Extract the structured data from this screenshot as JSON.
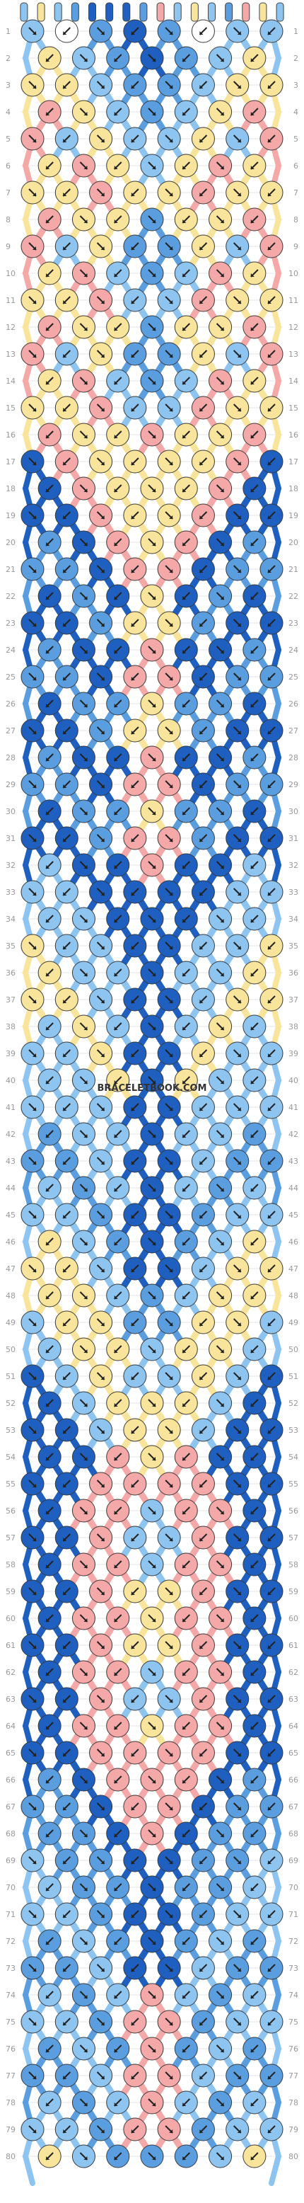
{
  "watermark": "BRACELETBOOK.COM",
  "row_count": 80,
  "knots_per_odd_row": 8,
  "knots_per_even_row": 7,
  "colors": {
    "A": "#8ec4f0",
    "B": "#1e5fbf",
    "C": "#f8e49a",
    "D": "#f4a8a8",
    "E": "#5a9ee0",
    "F": "#ffffff"
  },
  "top_strands": [
    "A",
    "C",
    "A",
    "E",
    "B",
    "B",
    "B",
    "E",
    "D",
    "A",
    "C",
    "A",
    "E",
    "D",
    "C",
    "A"
  ],
  "rows": [
    [
      "A",
      "F",
      "E",
      "B",
      "E",
      "F",
      "A",
      "A"
    ],
    [
      "C",
      "A",
      "E",
      "B",
      "E",
      "A",
      "C"
    ],
    [
      "C",
      "C",
      "A",
      "E",
      "E",
      "A",
      "C",
      "C"
    ],
    [
      "D",
      "C",
      "A",
      "E",
      "A",
      "C",
      "D"
    ],
    [
      "D",
      "A",
      "C",
      "A",
      "A",
      "C",
      "A",
      "D"
    ],
    [
      "C",
      "D",
      "C",
      "A",
      "C",
      "D",
      "C"
    ],
    [
      "C",
      "C",
      "D",
      "C",
      "C",
      "D",
      "C",
      "C"
    ],
    [
      "D",
      "C",
      "C",
      "E",
      "C",
      "C",
      "D"
    ],
    [
      "D",
      "A",
      "C",
      "E",
      "E",
      "C",
      "A",
      "D"
    ],
    [
      "C",
      "D",
      "A",
      "E",
      "A",
      "D",
      "C"
    ],
    [
      "C",
      "C",
      "D",
      "A",
      "A",
      "D",
      "C",
      "C"
    ],
    [
      "D",
      "C",
      "C",
      "E",
      "C",
      "C",
      "D"
    ],
    [
      "D",
      "A",
      "C",
      "E",
      "E",
      "C",
      "A",
      "D"
    ],
    [
      "C",
      "D",
      "A",
      "E",
      "A",
      "D",
      "C"
    ],
    [
      "C",
      "C",
      "D",
      "A",
      "A",
      "D",
      "C",
      "C"
    ],
    [
      "D",
      "C",
      "C",
      "D",
      "C",
      "C",
      "D"
    ],
    [
      "B",
      "D",
      "C",
      "C",
      "C",
      "C",
      "D",
      "B"
    ],
    [
      "B",
      "D",
      "C",
      "C",
      "C",
      "D",
      "B"
    ],
    [
      "B",
      "B",
      "D",
      "C",
      "C",
      "D",
      "B",
      "B"
    ],
    [
      "E",
      "B",
      "D",
      "C",
      "D",
      "B",
      "E"
    ],
    [
      "E",
      "E",
      "B",
      "D",
      "D",
      "B",
      "E",
      "E"
    ],
    [
      "B",
      "E",
      "B",
      "C",
      "B",
      "E",
      "B"
    ],
    [
      "B",
      "B",
      "E",
      "C",
      "C",
      "E",
      "B",
      "B"
    ],
    [
      "E",
      "B",
      "B",
      "D",
      "B",
      "B",
      "E"
    ],
    [
      "E",
      "E",
      "B",
      "D",
      "D",
      "B",
      "E",
      "E"
    ],
    [
      "B",
      "E",
      "E",
      "C",
      "E",
      "E",
      "B"
    ],
    [
      "B",
      "B",
      "E",
      "C",
      "C",
      "E",
      "B",
      "B"
    ],
    [
      "E",
      "B",
      "B",
      "D",
      "B",
      "B",
      "E"
    ],
    [
      "E",
      "E",
      "B",
      "D",
      "D",
      "B",
      "E",
      "E"
    ],
    [
      "B",
      "E",
      "E",
      "C",
      "E",
      "E",
      "B"
    ],
    [
      "B",
      "B",
      "E",
      "D",
      "D",
      "E",
      "B",
      "B"
    ],
    [
      "A",
      "B",
      "B",
      "D",
      "B",
      "B",
      "A"
    ],
    [
      "A",
      "A",
      "B",
      "B",
      "B",
      "B",
      "A",
      "A"
    ],
    [
      "A",
      "A",
      "B",
      "B",
      "B",
      "A",
      "A"
    ],
    [
      "C",
      "A",
      "A",
      "B",
      "B",
      "A",
      "A",
      "C"
    ],
    [
      "C",
      "A",
      "A",
      "B",
      "A",
      "A",
      "C"
    ],
    [
      "C",
      "C",
      "A",
      "B",
      "B",
      "A",
      "C",
      "C"
    ],
    [
      "A",
      "C",
      "A",
      "B",
      "A",
      "C",
      "A"
    ],
    [
      "A",
      "A",
      "C",
      "B",
      "B",
      "C",
      "A",
      "A"
    ],
    [
      "A",
      "A",
      "C",
      "B",
      "C",
      "A",
      "A"
    ],
    [
      "A",
      "A",
      "A",
      "B",
      "B",
      "A",
      "A",
      "A"
    ],
    [
      "E",
      "A",
      "A",
      "B",
      "A",
      "A",
      "E"
    ],
    [
      "E",
      "E",
      "A",
      "B",
      "B",
      "A",
      "E",
      "E"
    ],
    [
      "A",
      "E",
      "A",
      "B",
      "A",
      "E",
      "A"
    ],
    [
      "A",
      "A",
      "E",
      "B",
      "B",
      "E",
      "A",
      "A"
    ],
    [
      "C",
      "A",
      "E",
      "B",
      "E",
      "A",
      "C"
    ],
    [
      "C",
      "C",
      "A",
      "B",
      "B",
      "A",
      "C",
      "C"
    ],
    [
      "C",
      "C",
      "A",
      "E",
      "A",
      "C",
      "C"
    ],
    [
      "A",
      "C",
      "C",
      "E",
      "E",
      "C",
      "C",
      "A"
    ],
    [
      "A",
      "C",
      "C",
      "A",
      "C",
      "C",
      "A"
    ],
    [
      "B",
      "A",
      "C",
      "A",
      "A",
      "C",
      "A",
      "B"
    ],
    [
      "B",
      "A",
      "C",
      "C",
      "C",
      "A",
      "B"
    ],
    [
      "B",
      "B",
      "A",
      "C",
      "C",
      "A",
      "B",
      "B"
    ],
    [
      "B",
      "B",
      "D",
      "C",
      "D",
      "B",
      "B"
    ],
    [
      "B",
      "B",
      "D",
      "D",
      "D",
      "D",
      "B",
      "B"
    ],
    [
      "B",
      "D",
      "D",
      "A",
      "D",
      "D",
      "B"
    ],
    [
      "B",
      "B",
      "D",
      "A",
      "A",
      "D",
      "B",
      "B"
    ],
    [
      "B",
      "D",
      "D",
      "A",
      "D",
      "D",
      "B"
    ],
    [
      "B",
      "B",
      "D",
      "C",
      "C",
      "D",
      "B",
      "B"
    ],
    [
      "B",
      "D",
      "D",
      "C",
      "D",
      "D",
      "B"
    ],
    [
      "B",
      "B",
      "D",
      "C",
      "C",
      "D",
      "B",
      "B"
    ],
    [
      "B",
      "D",
      "D",
      "A",
      "D",
      "D",
      "B"
    ],
    [
      "B",
      "B",
      "D",
      "A",
      "A",
      "D",
      "B",
      "B"
    ],
    [
      "B",
      "D",
      "D",
      "C",
      "D",
      "D",
      "B"
    ],
    [
      "B",
      "B",
      "D",
      "D",
      "D",
      "D",
      "B",
      "B"
    ],
    [
      "E",
      "B",
      "D",
      "D",
      "D",
      "B",
      "E"
    ],
    [
      "E",
      "E",
      "B",
      "D",
      "D",
      "B",
      "E",
      "E"
    ],
    [
      "E",
      "E",
      "B",
      "D",
      "B",
      "E",
      "E"
    ],
    [
      "A",
      "E",
      "E",
      "B",
      "B",
      "E",
      "E",
      "A"
    ],
    [
      "A",
      "E",
      "E",
      "B",
      "E",
      "E",
      "A"
    ],
    [
      "A",
      "A",
      "E",
      "B",
      "B",
      "E",
      "A",
      "A"
    ],
    [
      "E",
      "A",
      "E",
      "B",
      "E",
      "A",
      "E"
    ],
    [
      "E",
      "E",
      "A",
      "B",
      "B",
      "A",
      "E",
      "E"
    ],
    [
      "A",
      "E",
      "A",
      "D",
      "A",
      "E",
      "A"
    ],
    [
      "A",
      "A",
      "E",
      "D",
      "D",
      "E",
      "A",
      "A"
    ],
    [
      "E",
      "A",
      "E",
      "D",
      "E",
      "A",
      "E"
    ],
    [
      "E",
      "E",
      "A",
      "D",
      "D",
      "A",
      "E",
      "E"
    ],
    [
      "A",
      "E",
      "A",
      "D",
      "A",
      "E",
      "A"
    ],
    [
      "A",
      "A",
      "E",
      "D",
      "D",
      "E",
      "A",
      "A"
    ],
    [
      "C",
      "A",
      "E",
      "E",
      "E",
      "A",
      "C"
    ]
  ]
}
